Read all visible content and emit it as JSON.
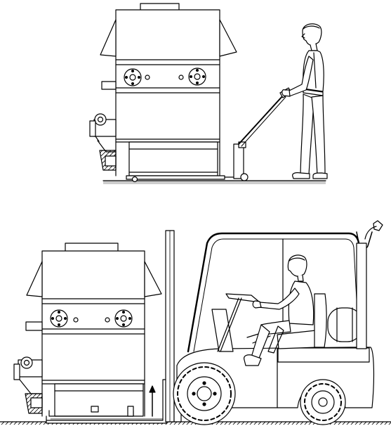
{
  "figure": {
    "panels": [
      {
        "id": "top",
        "depicts": "boiler-on-pallet-jack",
        "components": [
          "boiler-unit",
          "pallet-jack",
          "worker-standing",
          "floor"
        ]
      },
      {
        "id": "bottom",
        "depicts": "boiler-on-forklift",
        "components": [
          "boiler-unit",
          "forklift",
          "forklift-operator",
          "lift-arrow",
          "floor"
        ]
      }
    ],
    "colors": {
      "line": "#000000",
      "fill": "#ffffff",
      "floor_top": "#cccccc"
    }
  }
}
